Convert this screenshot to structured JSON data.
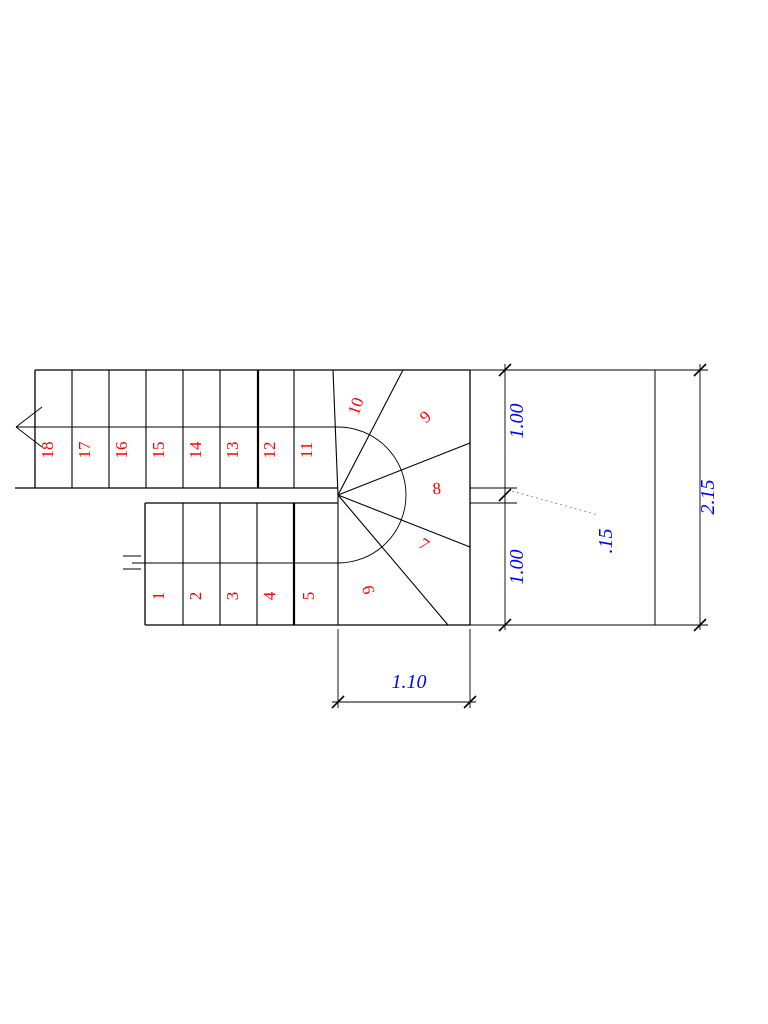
{
  "meta": {
    "description": "Staircase floor-plan drawing with two straight flights and winder treads, 18 steps, dimensioned"
  },
  "colors": {
    "line": "#000000",
    "step_number": "#ff0000",
    "dimension_text": "#0000ff",
    "leader_line": "#888888",
    "background": "#ffffff"
  },
  "steps": {
    "numbers": [
      "1",
      "2",
      "3",
      "4",
      "5",
      "6",
      "7",
      "8",
      "9",
      "10",
      "11",
      "12",
      "13",
      "14",
      "15",
      "16",
      "17",
      "18"
    ]
  },
  "dimensions": {
    "upper_run_width": "1.00",
    "lower_run_width": "1.00",
    "total_width": "2.15",
    "spine_thickness": ".15",
    "winder_depth": "1.10"
  }
}
